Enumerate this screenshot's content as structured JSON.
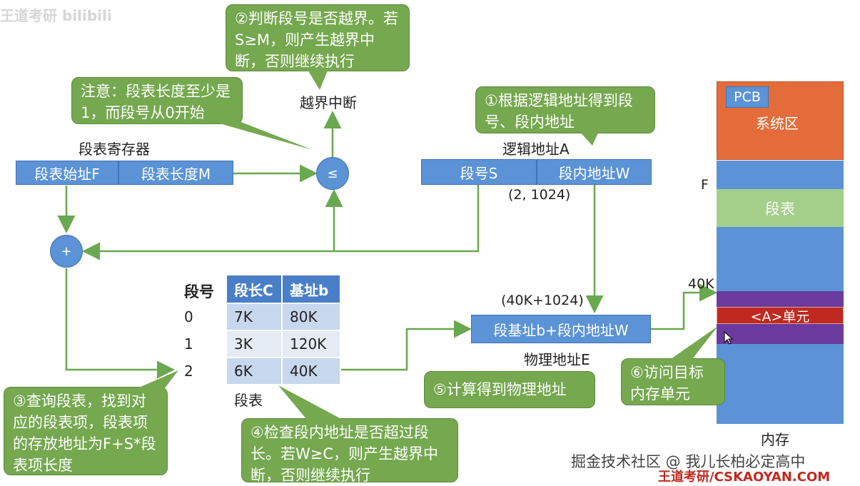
{
  "watermark_tl": "王道考研 bilibili",
  "callouts": {
    "c1": "①根据逻辑地址得到段号、段内地址",
    "c2": "②判断段号是否越界。若S≥M，则产生越界中断，否则继续执行",
    "c3": "③查询段表，找到对应的段表项，段表项的存放地址为F+S*段表项长度",
    "c4": "④检查段内地址是否超过段长。若W≥C，则产生越界中断，否则继续执行",
    "c5": "⑤计算得到物理地址",
    "c6": "⑥访问目标内存单元",
    "note": "注意：段表长度至少是1，而段号从0开始"
  },
  "labels": {
    "overflow": "越界中断",
    "seg_reg_title": "段表寄存器",
    "seg_table_start": "段表始址F",
    "seg_table_len": "段表长度M",
    "compare": "≤",
    "adder": "+",
    "logical_title": "逻辑地址A",
    "seg_no": "段号S",
    "offset": "段内地址W",
    "logical_value": "(2, 1024)",
    "phys_value": "(40K+1024)",
    "phys_box": "段基址b+段内地址W",
    "phys_title": "物理地址E",
    "seg_table_caption": "段表"
  },
  "table": {
    "row_header": "段号",
    "headers": [
      "段长C",
      "基址b"
    ],
    "rows": [
      {
        "no": "0",
        "len": "7K",
        "base": "80K"
      },
      {
        "no": "1",
        "len": "3K",
        "base": "120K"
      },
      {
        "no": "2",
        "len": "6K",
        "base": "40K"
      }
    ]
  },
  "memory": {
    "pcb": "PCB",
    "system": "系统区",
    "f_label": "F",
    "seg_table": "段表",
    "k40": "40K",
    "target": "<A>单元",
    "caption": "内存"
  },
  "watermark_br": {
    "line1": "掘金技术社区 @ 我儿长柏必定高中",
    "line2": "王道考研/CSKAOYAN.COM"
  },
  "colors": {
    "box_blue": "#5b93d6",
    "callout_green": "#75a84f",
    "memory_orange": "#e46c3b",
    "memory_light_green": "#a3cf8a",
    "memory_purple": "#6a3a9e",
    "memory_red": "#c0291f"
  }
}
